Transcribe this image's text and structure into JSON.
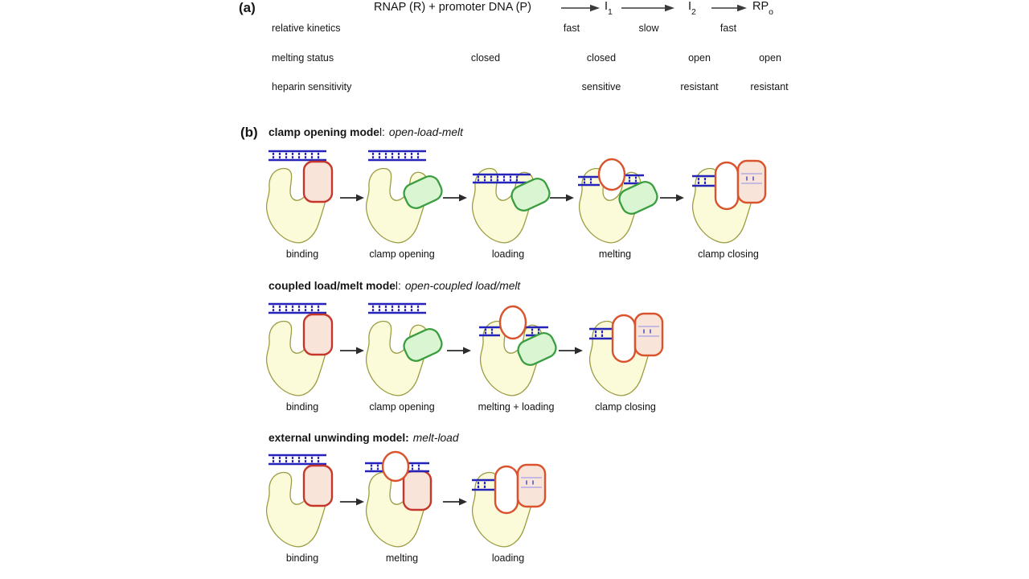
{
  "figure": {
    "panel_a": {
      "tag": "(a)",
      "equation": {
        "reactants": "RNAP (R) + promoter DNA (P)",
        "intermediate1": "I",
        "intermediate1_sub": "1",
        "intermediate2": "I",
        "intermediate2_sub": "2",
        "product": "RP",
        "product_sub": "o"
      },
      "kinetics_row": {
        "label": "relative kinetics",
        "values": [
          "fast",
          "slow",
          "fast"
        ]
      },
      "melting_row": {
        "label": "melting status",
        "values": [
          "closed",
          "closed",
          "open",
          "open"
        ]
      },
      "heparin_row": {
        "label": "heparin sensitivity",
        "values": [
          "sensitive",
          "resistant",
          "resistant"
        ]
      }
    },
    "panel_b": {
      "tag": "(b)",
      "models": [
        {
          "title_bold": "clamp opening mode",
          "title_plain": "l:",
          "title_italic": "open-load-melt",
          "stages": [
            {
              "type": "binding",
              "label": "binding"
            },
            {
              "type": "clamp_opening",
              "label": "clamp opening"
            },
            {
              "type": "loading",
              "label": "loading"
            },
            {
              "type": "melting",
              "label": "melting"
            },
            {
              "type": "clamp_closing",
              "label": "clamp closing"
            }
          ]
        },
        {
          "title_bold": "coupled load/melt mode",
          "title_plain": "l:",
          "title_italic": "open-coupled load/melt",
          "stages": [
            {
              "type": "binding",
              "label": "binding"
            },
            {
              "type": "clamp_opening",
              "label": "clamp opening"
            },
            {
              "type": "melting_loading",
              "label": "melting + loading"
            },
            {
              "type": "clamp_closing",
              "label": "clamp closing"
            }
          ]
        },
        {
          "title_bold": "external unwinding model:",
          "title_plain": "",
          "title_italic": "melt-load",
          "stages": [
            {
              "type": "binding",
              "label": "binding"
            },
            {
              "type": "melting_external",
              "label": "melting"
            },
            {
              "type": "loading_loaded",
              "label": "loading"
            }
          ]
        }
      ]
    },
    "colors": {
      "body_fill": "#FBFBDA",
      "body_stroke": "#9C9C42",
      "dna": "#2424BC",
      "clamp_closed_stroke": "#C5372A",
      "clamp_closed_fill": "#F9E4DA",
      "clamp_open_stroke": "#3A9E40",
      "clamp_open_fill": "#D9F5D1",
      "bubble_stroke": "#D9542E",
      "loaded_dna_line": "#BCB4E2",
      "loaded_dna_tick": "#6565C8",
      "arrow": "#2b2b2b",
      "equation_arrow": "#3a3a3a"
    }
  }
}
